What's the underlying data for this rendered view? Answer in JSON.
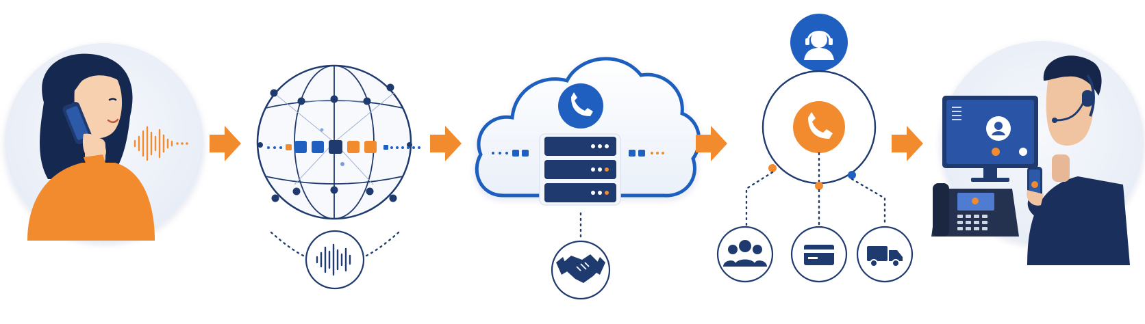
{
  "diagram": {
    "colors": {
      "navy": "#1e3a6e",
      "blue": "#1f5fbf",
      "orange": "#f28a2e",
      "light_bg": "#eef2f9",
      "dark_navy": "#16264a"
    },
    "steps": [
      {
        "id": "caller",
        "icon": "woman-on-phone",
        "audio": "sound-wave-icon"
      },
      {
        "id": "network",
        "icon": "globe-network-icon",
        "sub_icon": "sound-wave-icon"
      },
      {
        "id": "cloud-pbx",
        "icon": "cloud-server-icon",
        "sub_icon": "handshake-icon"
      },
      {
        "id": "routing",
        "icon": "call-routing-hub-icon",
        "top_icon": "headset-agent-icon",
        "branches": [
          "team-icon",
          "payment-card-icon",
          "delivery-truck-icon"
        ]
      },
      {
        "id": "agent",
        "icon": "agent-with-headset",
        "devices": [
          "monitor-icon",
          "desk-phone-icon",
          "smartphone-icon"
        ]
      }
    ],
    "connectors": [
      "arrow",
      "arrow",
      "arrow",
      "arrow"
    ]
  }
}
